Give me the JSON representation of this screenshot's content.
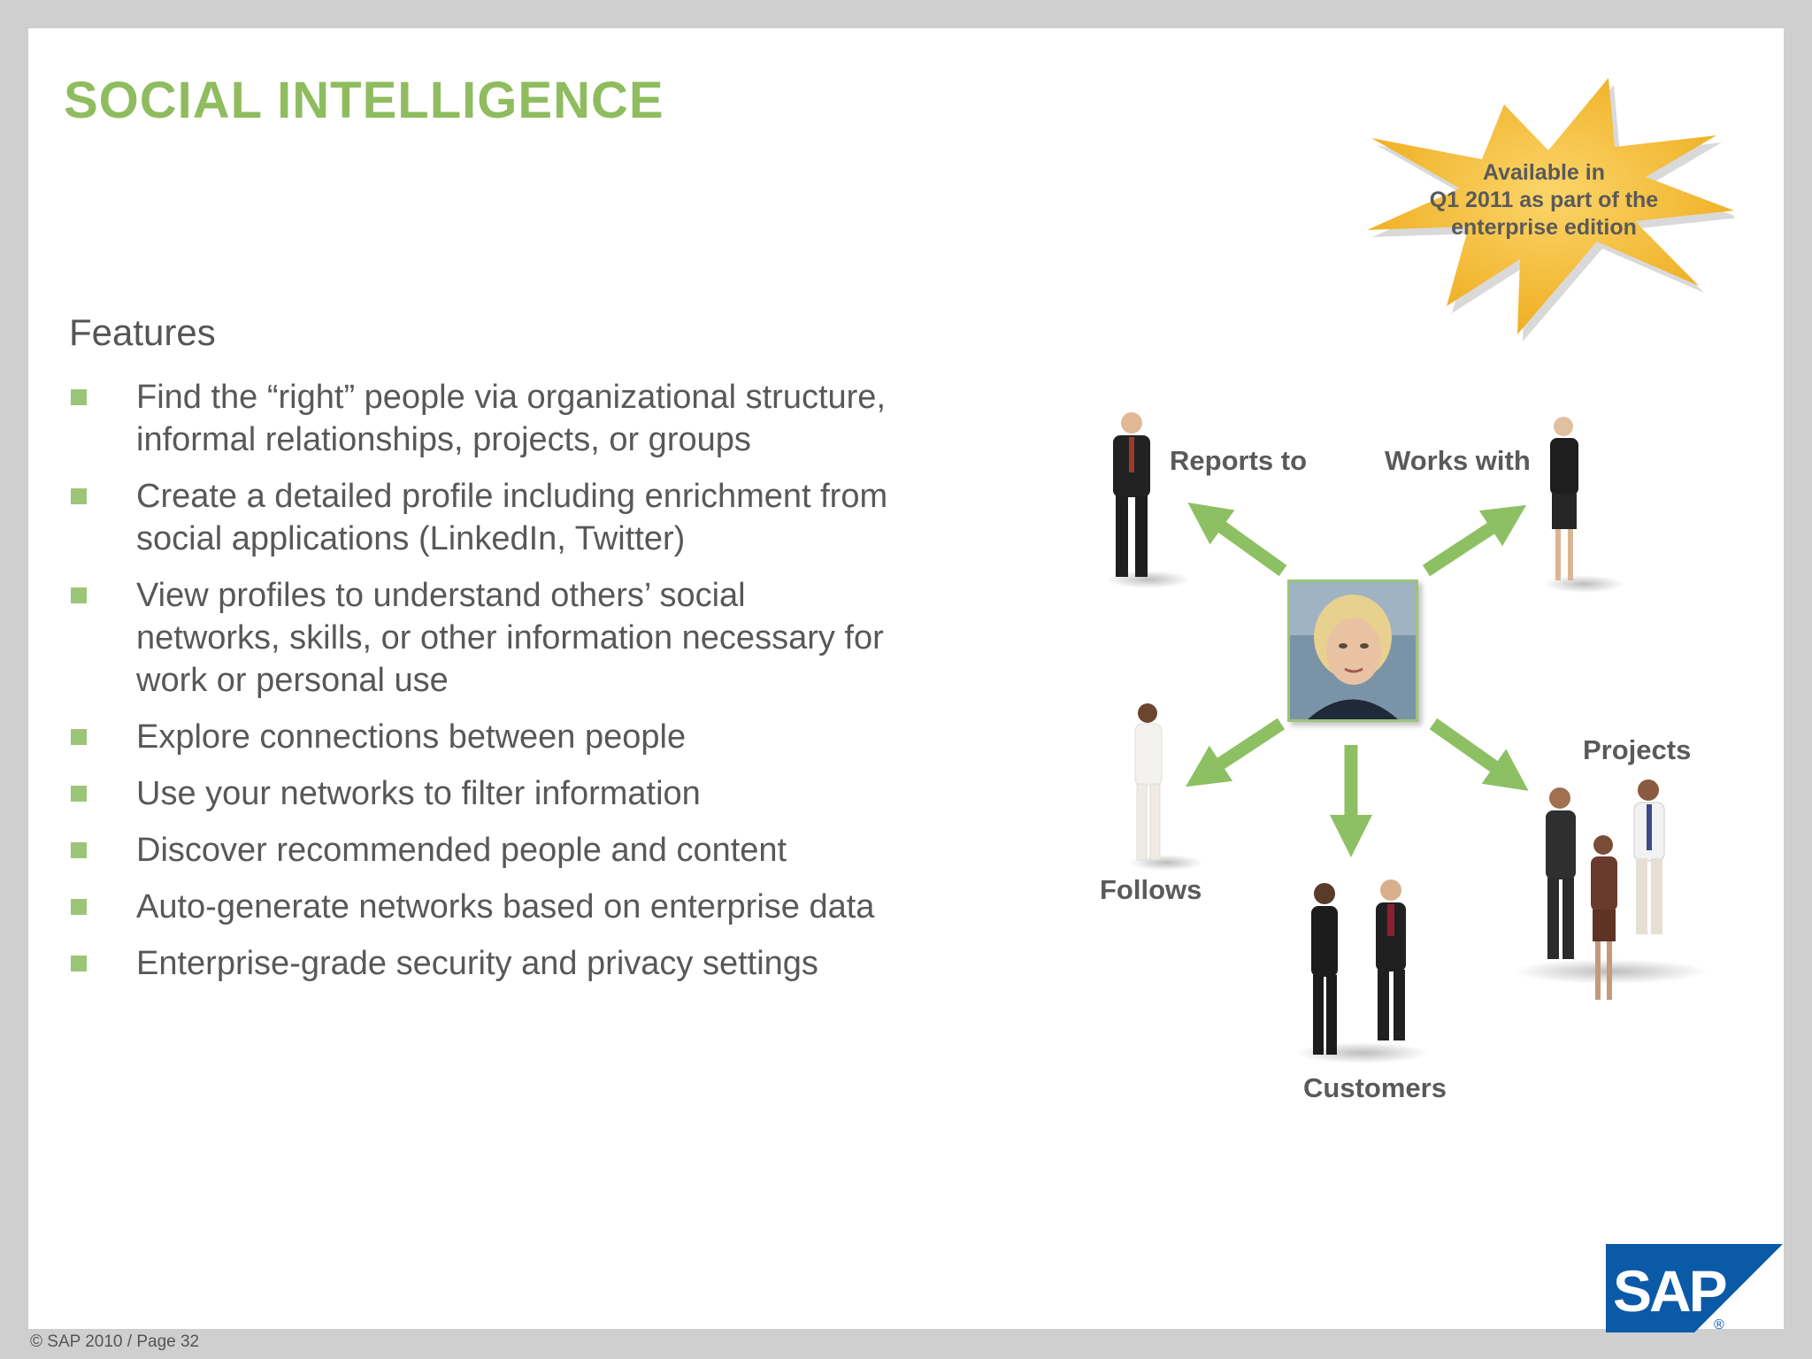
{
  "slide": {
    "title": "SOCIAL INTELLIGENCE",
    "badge": {
      "lines": [
        "Available in",
        "Q1 2011 as part of the",
        "enterprise edition"
      ],
      "color": "#f0b323"
    },
    "features": {
      "heading": "Features",
      "items": [
        "Find the “right” people via organizational structure, informal relationships, projects, or groups",
        "Create a detailed profile including enrichment from social applications (LinkedIn, Twitter)",
        "View profiles to understand others’ social networks, skills, or other information necessary for work or personal use",
        "Explore connections between people",
        "Use your networks to filter information",
        "Discover recommended people and content",
        "Auto-generate networks based on enterprise data",
        "Enterprise-grade security and privacy settings"
      ]
    },
    "diagram": {
      "labels": {
        "reports_to": "Reports to",
        "works_with": "Works with",
        "follows": "Follows",
        "customers": "Customers",
        "projects": "Projects"
      },
      "arrow_color": "#8dc063"
    },
    "footer": "© SAP 2010 / Page 32",
    "logo": {
      "text": "SAP",
      "mark": "®",
      "color": "#0a5aa8"
    },
    "colors": {
      "title": "#8fbc5f",
      "bullet": "#9cc577",
      "body_text": "#585858"
    }
  }
}
